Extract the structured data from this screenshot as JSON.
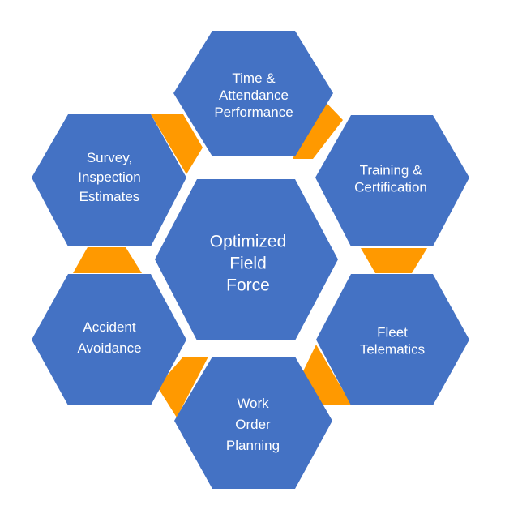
{
  "colors": {
    "hexagon_fill": "#4472C4",
    "connector_fill": "#FF9900",
    "text": "#FFFFFF",
    "background": "#FFFFFF"
  },
  "diagram": {
    "center": {
      "lines": [
        "Optimized",
        "Field",
        "Force"
      ]
    },
    "nodes": {
      "time_attendance": {
        "lines": [
          "Time &",
          "Attendance",
          "Performance"
        ]
      },
      "training": {
        "lines": [
          "Training &",
          "Certification"
        ]
      },
      "fleet": {
        "lines": [
          "Fleet",
          "Telematics"
        ]
      },
      "work_order": {
        "lines": [
          "Work",
          "Order",
          "Planning"
        ]
      },
      "accident": {
        "lines": [
          "Accident",
          "Avoidance"
        ]
      },
      "survey": {
        "lines": [
          "Survey,",
          "Inspection",
          "Estimates"
        ]
      }
    }
  }
}
